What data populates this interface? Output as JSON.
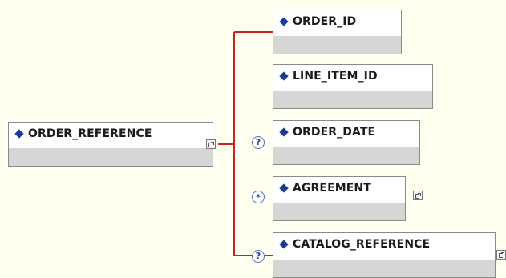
{
  "diagram": {
    "root": {
      "label": "ORDER_REFERENCE",
      "expandable": true
    },
    "children": [
      {
        "label": "ORDER_ID",
        "occurrence": "",
        "expandable": false
      },
      {
        "label": "LINE_ITEM_ID",
        "occurrence": "",
        "expandable": false
      },
      {
        "label": "ORDER_DATE",
        "occurrence": "?",
        "expandable": false
      },
      {
        "label": "AGREEMENT",
        "occurrence": "*",
        "expandable": true
      },
      {
        "label": "CATALOG_REFERENCE",
        "occurrence": "?",
        "expandable": true
      }
    ]
  },
  "colors": {
    "background": "#fffff0",
    "connector": "#cc2222",
    "diamond": "#1a3c99",
    "footer": "#d6d6d6"
  }
}
